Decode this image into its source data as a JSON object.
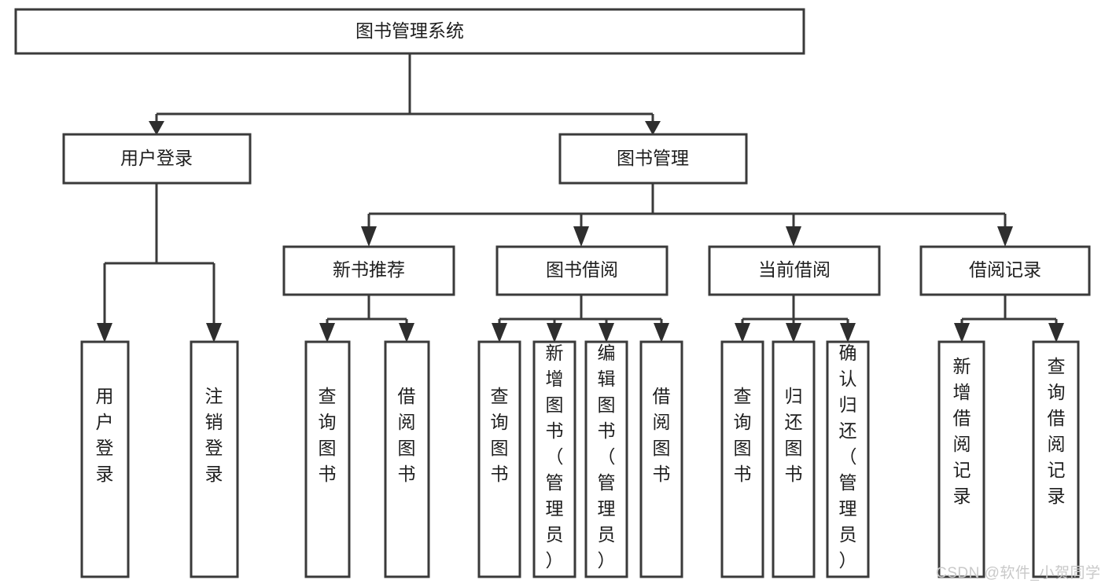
{
  "diagram": {
    "type": "tree-hierarchy",
    "title": "图书管理系统",
    "background_color": "#ffffff",
    "line_color": "#3a3a3a",
    "text_color": "#1e1e1e",
    "root": {
      "id": "root",
      "label": "图书管理系统",
      "orientation": "horizontal"
    },
    "level2": [
      {
        "id": "user-login",
        "label": "用户登录",
        "orientation": "horizontal"
      },
      {
        "id": "book-management",
        "label": "图书管理",
        "orientation": "horizontal"
      }
    ],
    "level3": [
      {
        "id": "new-book-recommend",
        "label": "新书推荐",
        "orientation": "horizontal",
        "parent": "book-management"
      },
      {
        "id": "book-borrow",
        "label": "图书借阅",
        "orientation": "horizontal",
        "parent": "book-management"
      },
      {
        "id": "current-borrow",
        "label": "当前借阅",
        "orientation": "horizontal",
        "parent": "book-management"
      },
      {
        "id": "borrow-record",
        "label": "借阅记录",
        "orientation": "horizontal",
        "parent": "book-management"
      }
    ],
    "leaves": [
      {
        "id": "leaf-user-login",
        "label": "用户登录",
        "orientation": "vertical",
        "parent": "user-login"
      },
      {
        "id": "leaf-user-logout",
        "label": "注销登录",
        "orientation": "vertical",
        "parent": "user-login"
      },
      {
        "id": "leaf-query-book-1",
        "label": "查询图书",
        "orientation": "vertical",
        "parent": "new-book-recommend"
      },
      {
        "id": "leaf-borrow-book-1",
        "label": "借阅图书",
        "orientation": "vertical",
        "parent": "new-book-recommend"
      },
      {
        "id": "leaf-query-book-2",
        "label": "查询图书",
        "orientation": "vertical",
        "parent": "book-borrow"
      },
      {
        "id": "leaf-add-book",
        "label": "新增图书（管理员）",
        "orientation": "vertical",
        "parent": "book-borrow"
      },
      {
        "id": "leaf-edit-book",
        "label": "编辑图书（管理员）",
        "orientation": "vertical",
        "parent": "book-borrow"
      },
      {
        "id": "leaf-borrow-book-2",
        "label": "借阅图书",
        "orientation": "vertical",
        "parent": "book-borrow"
      },
      {
        "id": "leaf-query-book-3",
        "label": "查询图书",
        "orientation": "vertical",
        "parent": "current-borrow"
      },
      {
        "id": "leaf-return-book",
        "label": "归还图书",
        "orientation": "vertical",
        "parent": "current-borrow"
      },
      {
        "id": "leaf-confirm-return",
        "label": "确认归还（管理员）",
        "orientation": "vertical",
        "parent": "current-borrow"
      },
      {
        "id": "leaf-add-record",
        "label": "新增借阅记录",
        "orientation": "vertical",
        "parent": "borrow-record"
      },
      {
        "id": "leaf-query-record",
        "label": "查询借阅记录",
        "orientation": "vertical",
        "parent": "borrow-record"
      }
    ]
  },
  "watermark": {
    "text": "CSDN @软件_小贺同学"
  }
}
